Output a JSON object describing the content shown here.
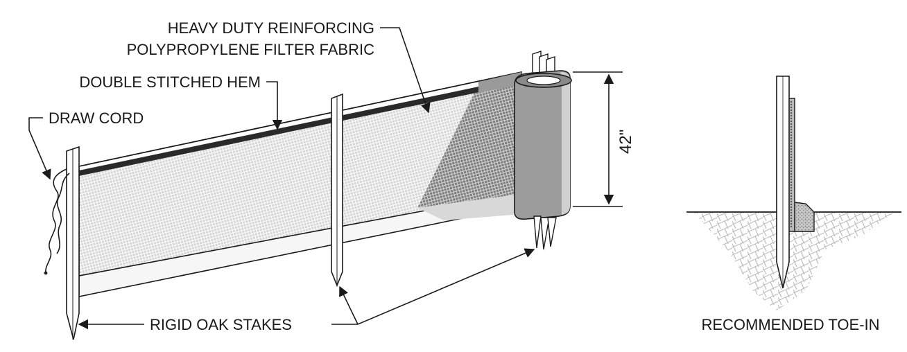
{
  "labels": {
    "fabric_line1": "HEAVY DUTY REINFORCING",
    "fabric_line2": "POLYPROPYLENE FILTER FABRIC",
    "hem": "DOUBLE STITCHED HEM",
    "cord": "DRAW CORD",
    "stakes": "RIGID OAK STAKES",
    "toe_in": "RECOMMENDED TOE-IN",
    "height": "42\""
  },
  "colors": {
    "ink": "#1a1a1a",
    "fabric": "#d4d4d4",
    "fabric_dark": "#8a8a8a",
    "roll": "#9a9a9a",
    "hem_band": "#2a2a2a",
    "bottom_strip": "#f4f4f4"
  }
}
